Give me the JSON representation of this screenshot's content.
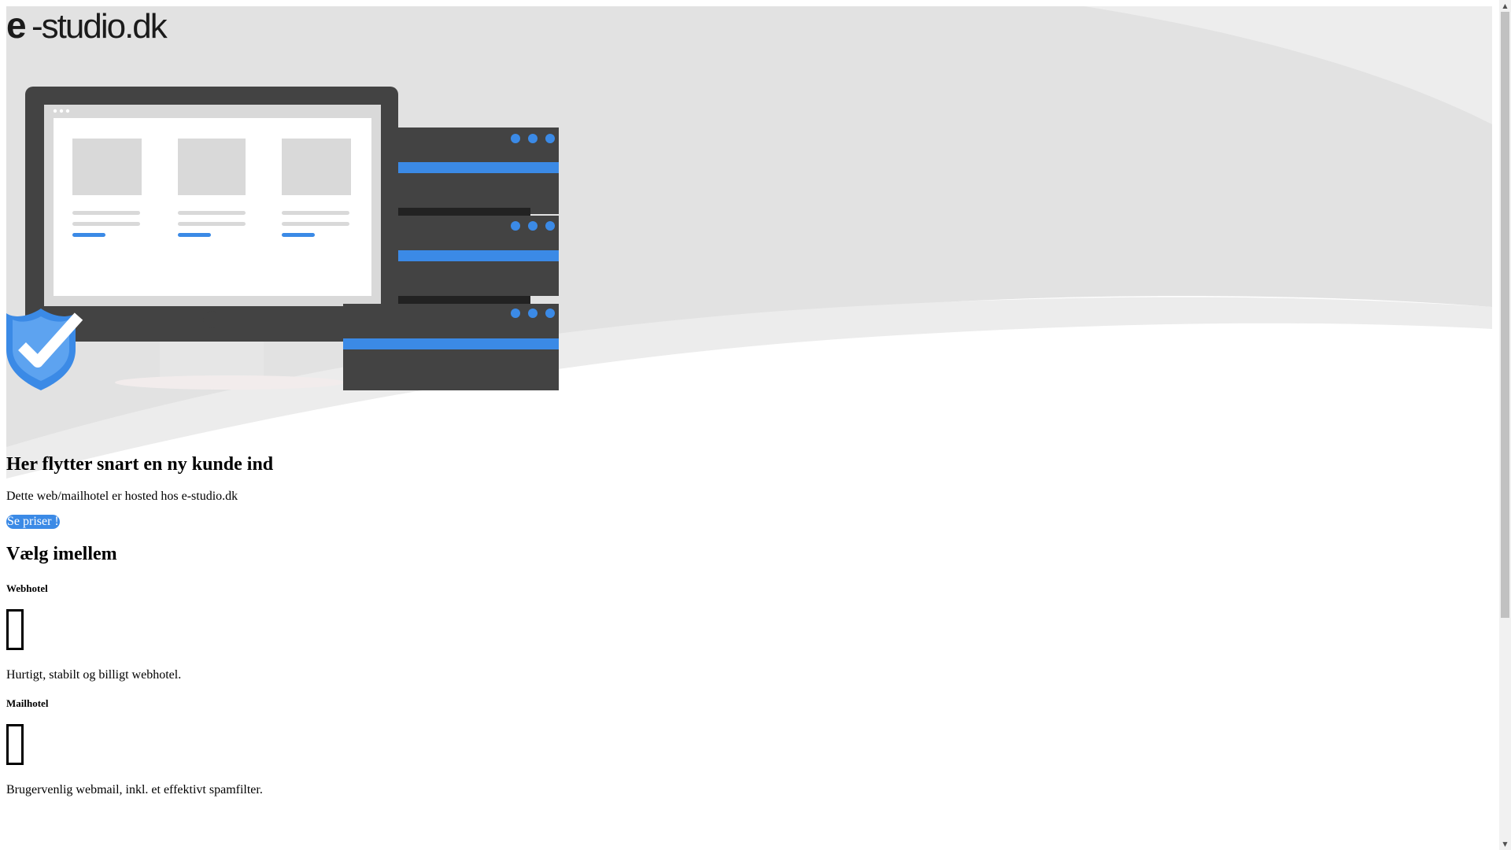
{
  "brand": {
    "logo_text_e": "e",
    "logo_text_rest": "-studio.dk"
  },
  "hero": {
    "headline": "Her flytter snart en ny kunde ind",
    "subline": "Dette web/mailhotel er hosted hos e-studio.dk",
    "cta_label": "Se priser !"
  },
  "choose": {
    "heading": "Vælg imellem",
    "offers": [
      {
        "title": "Webhotel",
        "icon": "missing-glyph-icon",
        "description": "Hurtigt, stabilt og billigt webhotel."
      },
      {
        "title": "Mailhotel",
        "icon": "missing-glyph-icon",
        "description": "Brugervenlig webmail, inkl. et effektivt spamfilter."
      }
    ]
  },
  "colors": {
    "accent_blue": "#3b8ae6",
    "dark_gray": "#434343",
    "hero_gray": "#e2e2e2"
  }
}
